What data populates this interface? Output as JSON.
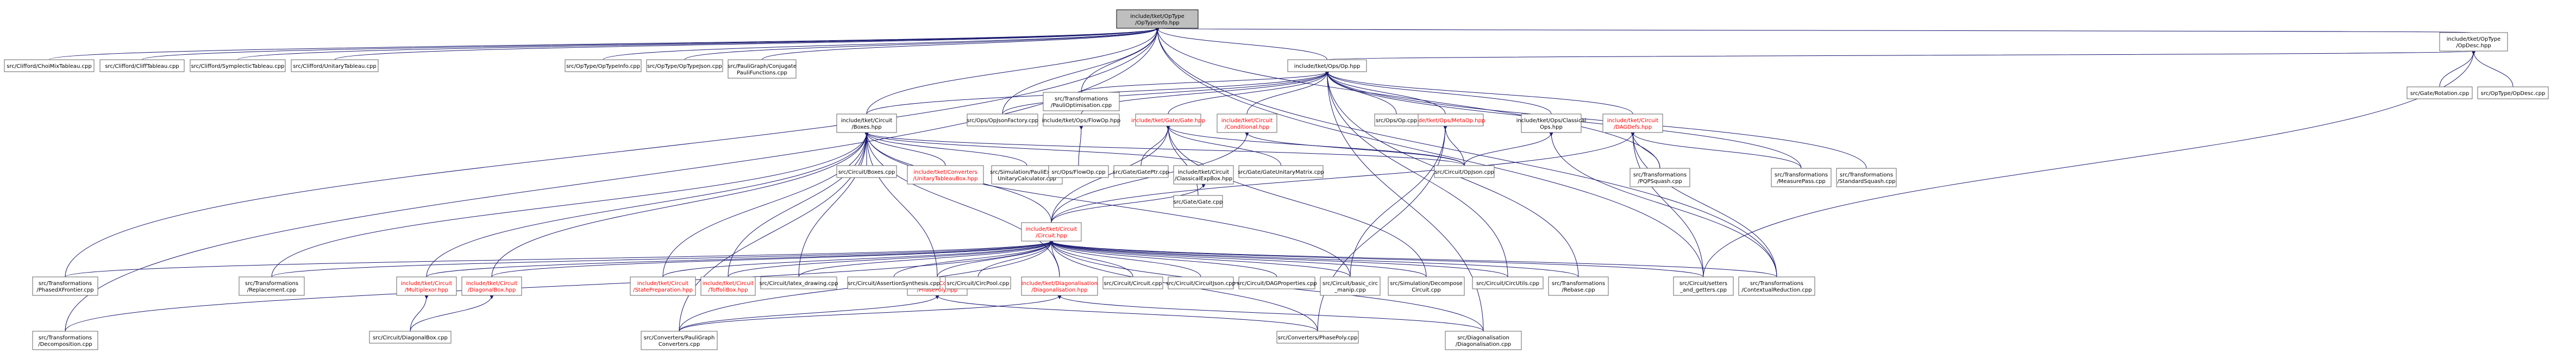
{
  "graph": {
    "title": "",
    "nodes": [
      {
        "id": "root",
        "lines": [
          "include/tket/OpType",
          "/OpTypeInfo.hpp"
        ],
        "red": false,
        "root": true
      },
      {
        "id": "opdesc",
        "lines": [
          "include/tket/OpType",
          "/OpDesc.hpp"
        ],
        "red": false
      },
      {
        "id": "opsop",
        "lines": [
          "include/tket/Ops/Op.hpp"
        ],
        "red": false
      },
      {
        "id": "boxes",
        "lines": [
          "include/tket/Circuit",
          "/Boxes.hpp"
        ],
        "red": false
      },
      {
        "id": "circuit",
        "lines": [
          "include/tket/Circuit",
          "/Circuit.hpp"
        ],
        "red": true
      },
      {
        "id": "gate",
        "lines": [
          "include/tket/Gate/Gate.hpp"
        ],
        "red": true
      },
      {
        "id": "metaop",
        "lines": [
          "include/tket/Ops/MetaOp.hpp"
        ],
        "red": true
      },
      {
        "id": "conditional",
        "lines": [
          "include/tket/Circuit",
          "/Conditional.hpp"
        ],
        "red": true
      },
      {
        "id": "dagdefs",
        "lines": [
          "include/tket/Circuit",
          "/DAGDefs.hpp"
        ],
        "red": true
      },
      {
        "id": "classicalops",
        "lines": [
          "include/tket/Ops/Classical",
          "Ops.hpp"
        ],
        "red": false
      },
      {
        "id": "flowop",
        "lines": [
          "include/tket/Ops/FlowOp.hpp"
        ],
        "red": false
      },
      {
        "id": "unitarytab",
        "lines": [
          "include/tket/Converters",
          "/UnitaryTableauBox.hpp"
        ],
        "red": true
      },
      {
        "id": "classexpbox",
        "lines": [
          "include/tket/Circuit",
          "/ClassicalExpBox.hpp"
        ],
        "red": false
      },
      {
        "id": "paulipoly",
        "lines": [
          "include/tket/Converters",
          "/PhasePoly.hpp"
        ],
        "red": true
      },
      {
        "id": "diagonalisation",
        "lines": [
          "include/tket/Diagonalisation",
          "/Diagonalisation.hpp"
        ],
        "red": true
      },
      {
        "id": "multiplexor",
        "lines": [
          "include/tket/Circuit",
          "/Multiplexor.hpp"
        ],
        "red": true
      },
      {
        "id": "diagonalbox",
        "lines": [
          "include/tket/Circuit",
          "/DiagonalBox.hpp"
        ],
        "red": true
      },
      {
        "id": "stateprep",
        "lines": [
          "include/tket/Circuit",
          "/StatePreparation.hpp"
        ],
        "red": true
      },
      {
        "id": "toffolibox",
        "lines": [
          "include/tket/Circuit",
          "/ToffoliBox.hpp"
        ],
        "red": true
      },
      {
        "id": "chox",
        "lines": [
          "src/Clifford/ChoiMixTableau.cpp"
        ],
        "red": false
      },
      {
        "id": "cliff",
        "lines": [
          "src/Clifford/CliffTableau.cpp"
        ],
        "red": false
      },
      {
        "id": "symp",
        "lines": [
          "src/Clifford/SymplecticTableau.cpp"
        ],
        "red": false
      },
      {
        "id": "unit",
        "lines": [
          "src/Clifford/UnitaryTableau.cpp"
        ],
        "red": false
      },
      {
        "id": "optypeinfo",
        "lines": [
          "src/OpType/OpTypeInfo.cpp"
        ],
        "red": false
      },
      {
        "id": "optypejson",
        "lines": [
          "src/OpType/OpTypeJson.cpp"
        ],
        "red": false
      },
      {
        "id": "paulifunc",
        "lines": [
          "src/PauliGraph/Conjugate",
          "PauliFunctions.cpp"
        ],
        "red": false
      },
      {
        "id": "gaterot",
        "lines": [
          "src/Gate/Rotation.cpp"
        ],
        "red": false
      },
      {
        "id": "opdesccpp",
        "lines": [
          "src/OpType/OpDesc.cpp"
        ],
        "red": false
      },
      {
        "id": "opjsonfactory",
        "lines": [
          "src/Ops/OpJsonFactory.cpp"
        ],
        "red": false
      },
      {
        "id": "pauliopt",
        "lines": [
          "src/Transformations",
          "/PauliOptimisation.cpp"
        ],
        "red": false
      },
      {
        "id": "opscpp",
        "lines": [
          "src/Ops/Op.cpp"
        ],
        "red": false
      },
      {
        "id": "pqpsquash",
        "lines": [
          "src/Transformations",
          "/PQPSquash.cpp"
        ],
        "red": false
      },
      {
        "id": "measurepass",
        "lines": [
          "src/Transformations",
          "/MeasurePass.cpp"
        ],
        "red": false
      },
      {
        "id": "stdsquash",
        "lines": [
          "src/Transformations",
          "/StandardSquash.cpp"
        ],
        "red": false
      },
      {
        "id": "boxescpp",
        "lines": [
          "src/Circuit/Boxes.cpp"
        ],
        "red": false
      },
      {
        "id": "simpauli",
        "lines": [
          "src/Simulation/PauliExpBox",
          "UnitaryCalculator.cpp"
        ],
        "red": false
      },
      {
        "id": "flowopcpp",
        "lines": [
          "src/Ops/FlowOp.cpp"
        ],
        "red": false
      },
      {
        "id": "gateptr",
        "lines": [
          "src/Gate/GatePtr.cpp"
        ],
        "red": false
      },
      {
        "id": "gateunitmat",
        "lines": [
          "src/Gate/GateUnitaryMatrix.cpp"
        ],
        "red": false
      },
      {
        "id": "gatecpp",
        "lines": [
          "src/Gate/Gate.cpp"
        ],
        "red": false
      },
      {
        "id": "opjson",
        "lines": [
          "src/Circuit/OpJson.cpp"
        ],
        "red": false
      },
      {
        "id": "phasedx",
        "lines": [
          "src/Transformations",
          "/PhasedXFrontier.cpp"
        ],
        "red": false
      },
      {
        "id": "replacement",
        "lines": [
          "src/Transformations",
          "/Replacement.cpp"
        ],
        "red": false
      },
      {
        "id": "latex",
        "lines": [
          "src/Circuit/latex_drawing.cpp"
        ],
        "red": false
      },
      {
        "id": "assertsynth",
        "lines": [
          "src/Circuit/AssertionSynthesis.cpp"
        ],
        "red": false
      },
      {
        "id": "circpool",
        "lines": [
          "src/Circuit/CircPool.cpp"
        ],
        "red": false
      },
      {
        "id": "circuitcpp",
        "lines": [
          "src/Circuit/Circuit.cpp"
        ],
        "red": false
      },
      {
        "id": "circjson",
        "lines": [
          "src/Circuit/CircuitJson.cpp"
        ],
        "red": false
      },
      {
        "id": "dagprop",
        "lines": [
          "src/Circuit/DAGProperties.cpp"
        ],
        "red": false
      },
      {
        "id": "basiccirc",
        "lines": [
          "src/Circuit/basic_circ",
          "_manip.cpp"
        ],
        "red": false
      },
      {
        "id": "simdecomp",
        "lines": [
          "src/Simulation/Decompose",
          "Circuit.cpp"
        ],
        "red": false
      },
      {
        "id": "circutils",
        "lines": [
          "src/Circuit/CircUtils.cpp"
        ],
        "red": false
      },
      {
        "id": "rebase",
        "lines": [
          "src/Transformations",
          "/Rebase.cpp"
        ],
        "red": false
      },
      {
        "id": "setters",
        "lines": [
          "src/Circuit/setters",
          "_and_getters.cpp"
        ],
        "red": false
      },
      {
        "id": "contextual",
        "lines": [
          "src/Transformations",
          "/ContextualReduction.cpp"
        ],
        "red": false
      },
      {
        "id": "decomposition",
        "lines": [
          "src/Transformations",
          "/Decomposition.cpp"
        ],
        "red": false
      },
      {
        "id": "diagboxcpp",
        "lines": [
          "src/Circuit/DiagonalBox.cpp"
        ],
        "red": false
      },
      {
        "id": "convpauli",
        "lines": [
          "src/Converters/PauliGraph",
          "Converters.cpp"
        ],
        "red": false
      },
      {
        "id": "convphasepoly",
        "lines": [
          "src/Converters/PhasePoly.cpp"
        ],
        "red": false
      },
      {
        "id": "diagcpp",
        "lines": [
          "src/Diagonalisation",
          "/Diagonalisation.cpp"
        ],
        "red": false
      }
    ]
  }
}
